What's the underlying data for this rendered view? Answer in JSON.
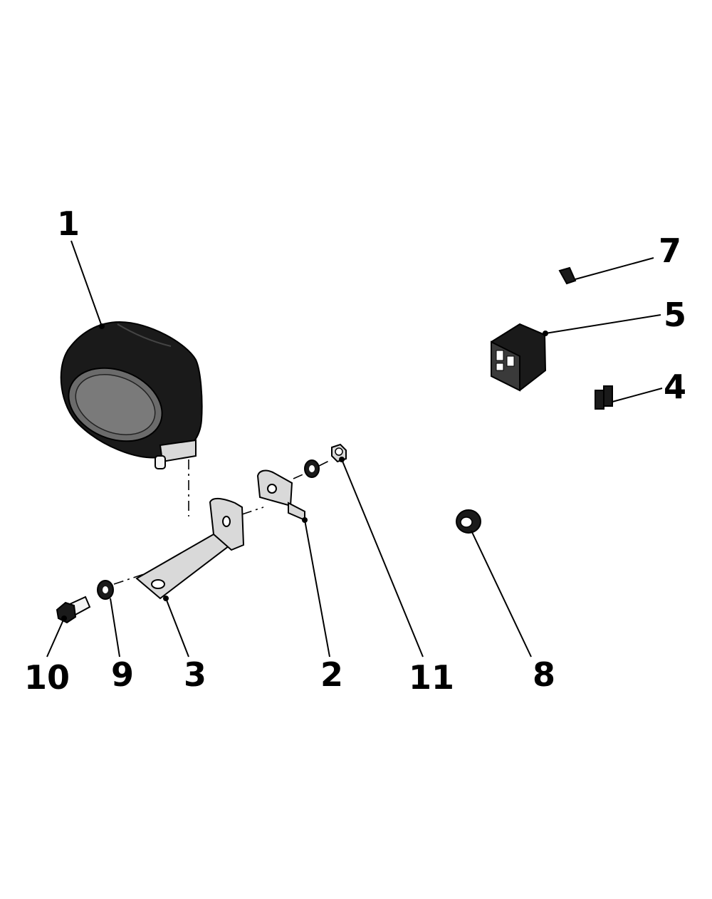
{
  "callouts": {
    "c1": "1",
    "c2": "2",
    "c3": "3",
    "c4": "4",
    "c5": "5",
    "c7": "7",
    "c8": "8",
    "c9": "9",
    "c10": "10",
    "c11": "11"
  }
}
